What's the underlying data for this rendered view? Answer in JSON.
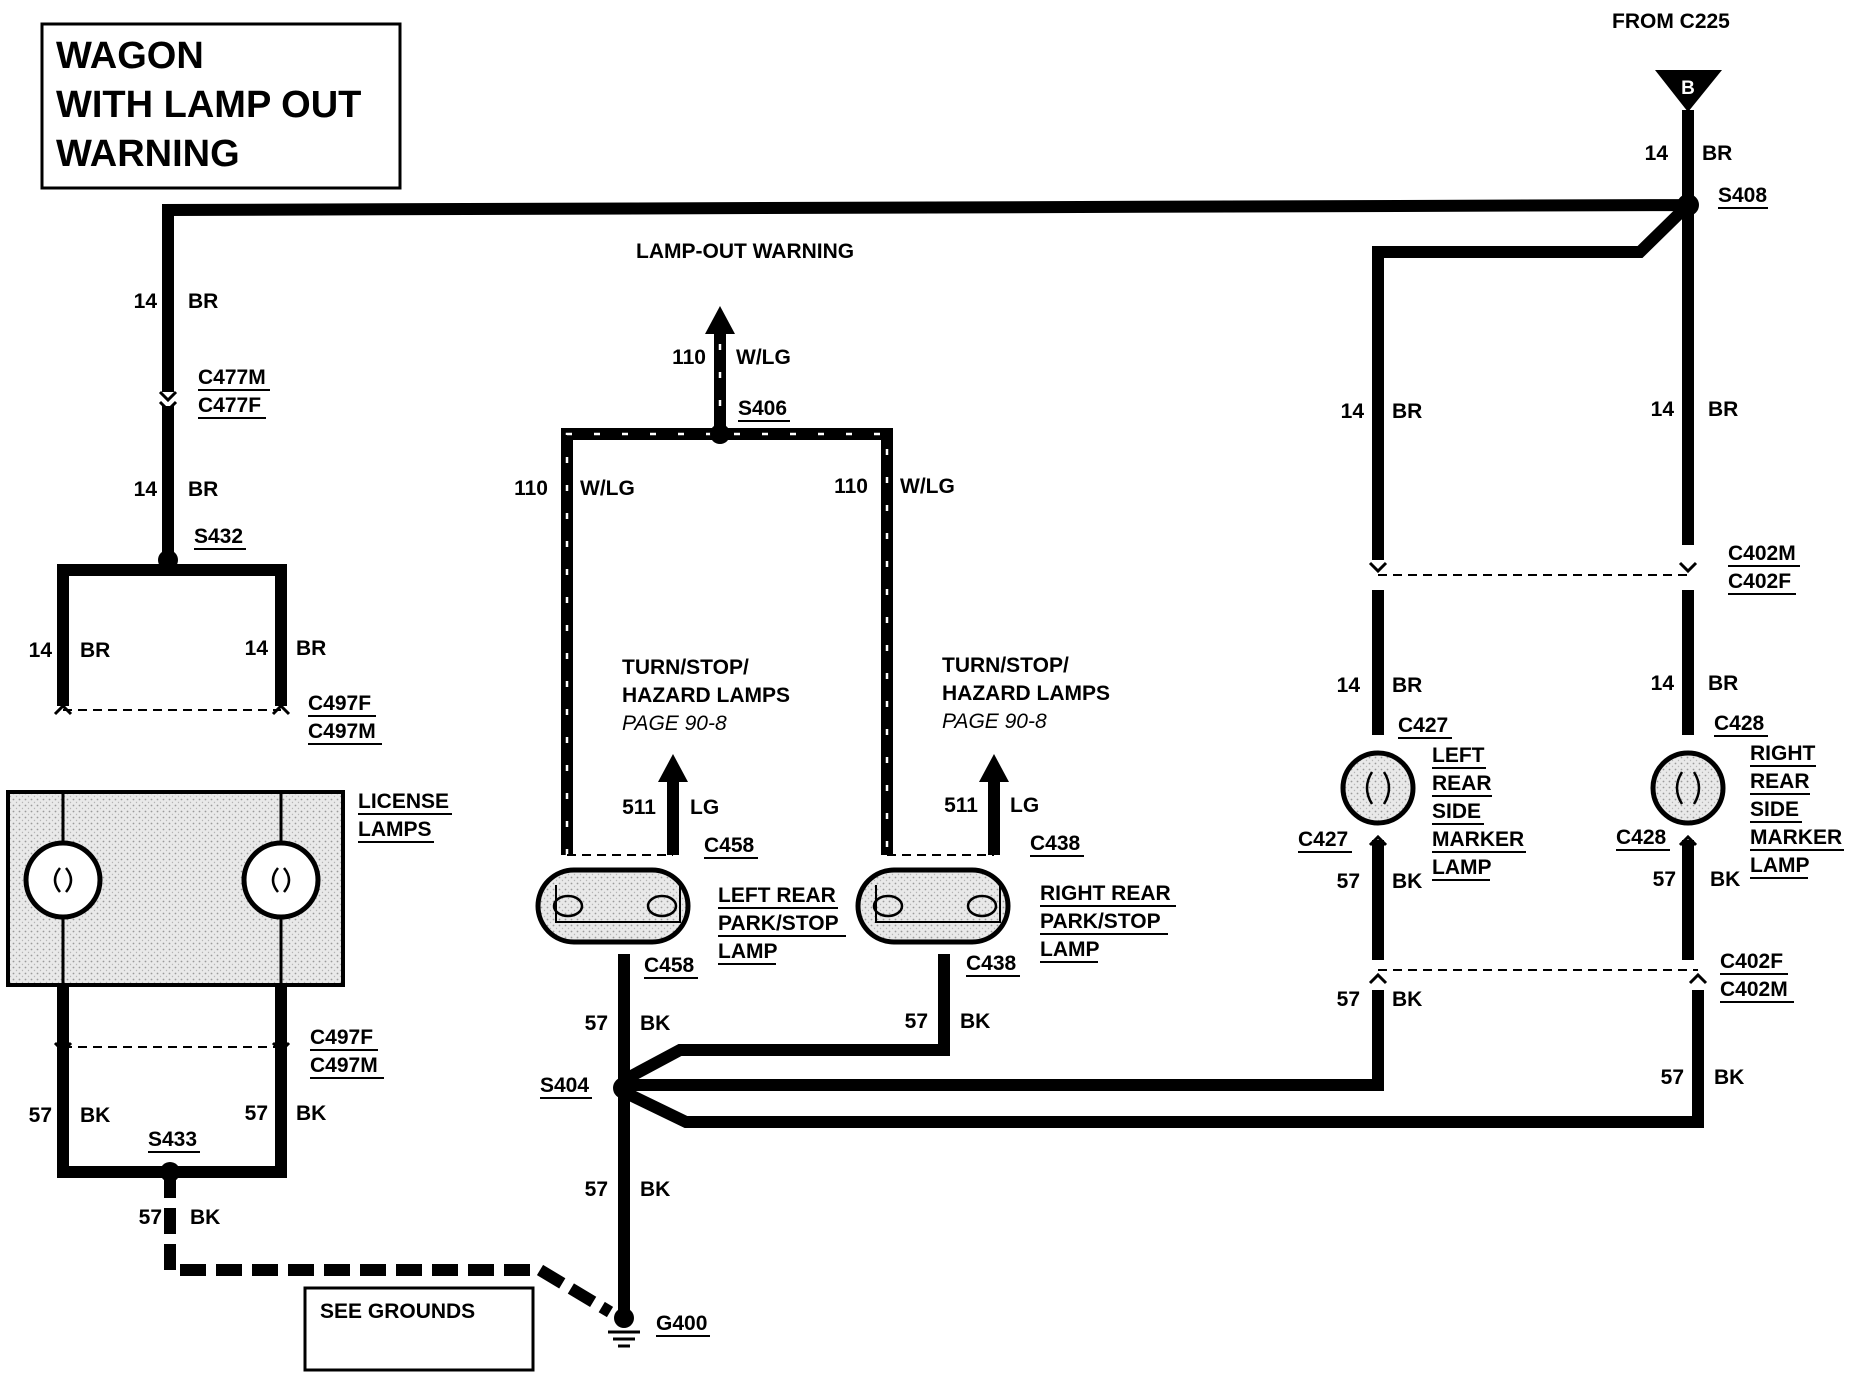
{
  "title": {
    "line1": "WAGON",
    "line2": "WITH LAMP OUT",
    "line3": "WARNING"
  },
  "from_label": "FROM C225",
  "connector_b": "B",
  "lamp_out_warning": "LAMP-OUT WARNING",
  "splices": {
    "s408": "S408",
    "s406": "S406",
    "s432": "S432",
    "s433": "S433",
    "s404": "S404"
  },
  "ground": "G400",
  "see_grounds": "SEE GROUNDS",
  "connectors": {
    "c477m": "C477M",
    "c477f": "C477F",
    "c497f": "C497F",
    "c497m": "C497M",
    "c458": "C458",
    "c438": "C438",
    "c402m": "C402M",
    "c402f": "C402F",
    "c427": "C427",
    "c428": "C428"
  },
  "wires": {
    "n14": "14",
    "br": "BR",
    "n57": "57",
    "bk": "BK",
    "n110": "110",
    "wlg": "W/LG",
    "n511": "511",
    "lg": "LG"
  },
  "components": {
    "license": {
      "l1": "LICENSE",
      "l2": "LAMPS"
    },
    "turn_l1": "TURN/STOP/",
    "turn_l2": "HAZARD LAMPS",
    "turn_page": "PAGE 90-8",
    "left_park": {
      "l1": "LEFT REAR",
      "l2": "PARK/STOP",
      "l3": "LAMP"
    },
    "right_park": {
      "l1": "RIGHT REAR",
      "l2": "PARK/STOP",
      "l3": "LAMP"
    },
    "left_marker": {
      "l1": "LEFT",
      "l2": "REAR",
      "l3": "SIDE",
      "l4": "MARKER",
      "l5": "LAMP"
    },
    "right_marker": {
      "l1": "RIGHT",
      "l2": "REAR",
      "l3": "SIDE",
      "l4": "MARKER",
      "l5": "LAMP"
    }
  }
}
